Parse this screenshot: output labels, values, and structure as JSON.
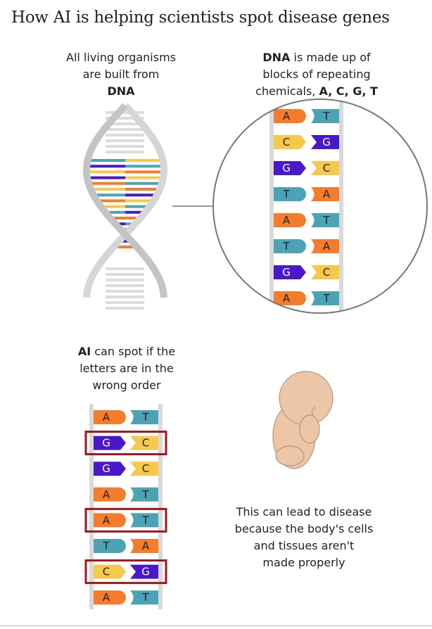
{
  "title": "How AI is helping scientists spot disease genes",
  "organisms_caption": {
    "line1": "All living organisms",
    "line2": "are built from",
    "line3_bold": "DNA"
  },
  "dna_caption": {
    "line1_bold": "DNA",
    "line1_rest": " is made up of",
    "line2": "blocks of repeating",
    "line3_pre": "chemicals, ",
    "line3_bold": "A, C, G, T"
  },
  "ai_caption": {
    "line1_bold": "AI",
    "line1_rest": " can spot if the",
    "line2": "letters are in the",
    "line3": "wrong order"
  },
  "disease_caption": {
    "line1": "This can lead to disease",
    "line2": "because the body's cells",
    "line3": "and tissues aren't",
    "line4": "made properly"
  },
  "zoomed_pairs": [
    [
      "A",
      "T"
    ],
    [
      "C",
      "G"
    ],
    [
      "G",
      "C"
    ],
    [
      "T",
      "A"
    ],
    [
      "A",
      "T"
    ],
    [
      "T",
      "A"
    ],
    [
      "G",
      "C"
    ],
    [
      "A",
      "T"
    ]
  ],
  "ai_pairs": [
    {
      "left": "A",
      "right": "T",
      "flagged": false
    },
    {
      "left": "G",
      "right": "C",
      "flagged": true
    },
    {
      "left": "G",
      "right": "C",
      "flagged": false
    },
    {
      "left": "A",
      "right": "T",
      "flagged": false
    },
    {
      "left": "A",
      "right": "T",
      "flagged": true
    },
    {
      "left": "T",
      "right": "A",
      "flagged": false
    },
    {
      "left": "C",
      "right": "G",
      "flagged": true
    },
    {
      "left": "A",
      "right": "T",
      "flagged": false
    }
  ],
  "colors": {
    "A": "#f47c2a",
    "T": "#4da3b6",
    "C": "#f8c84c",
    "G": "#4a17c9",
    "flag": "#a3161b",
    "rail": "#d9d9d9",
    "helix": "#d6d6d6",
    "skin": "#ecc6a6"
  }
}
